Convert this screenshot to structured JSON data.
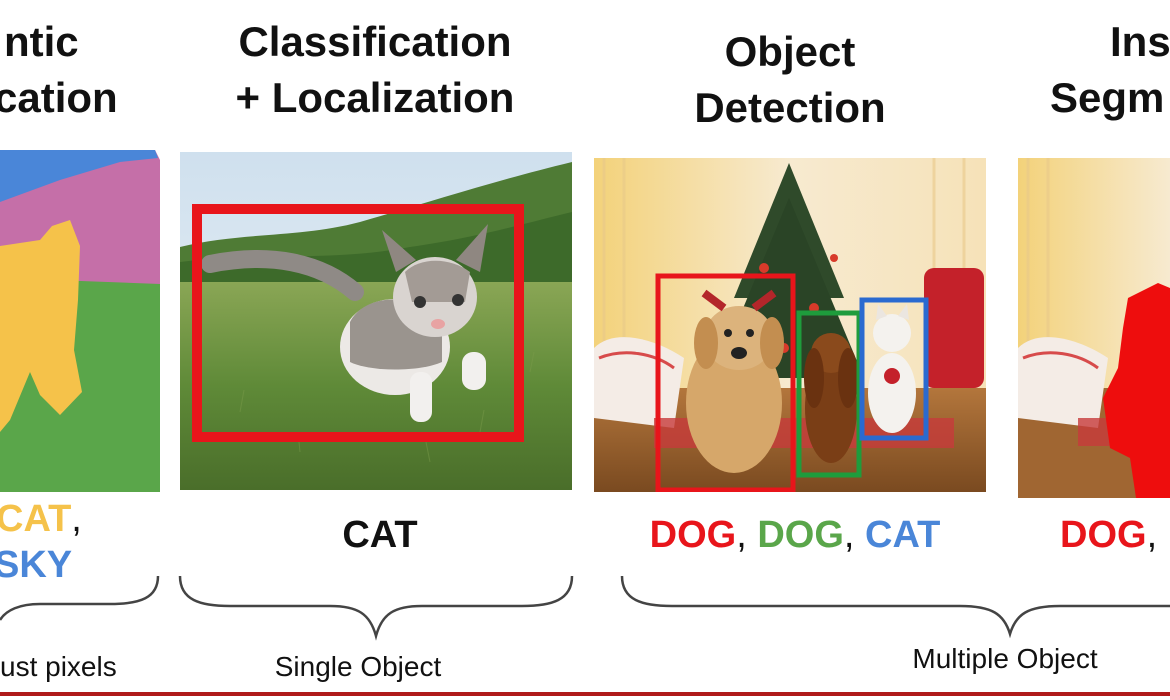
{
  "columns": [
    {
      "title_line1": "ntic",
      "title_line2": "cation"
    },
    {
      "title_line1": "Classification",
      "title_line2": "+ Localization"
    },
    {
      "title_line1": "Object",
      "title_line2": "Detection"
    },
    {
      "title_line1": "Ins",
      "title_line2": "Segm"
    }
  ],
  "labels": {
    "semantic": {
      "l1_a": "CAT",
      "l1_b": ",",
      "l2": "SKY"
    },
    "classification": "CAT",
    "detection": {
      "dog1": "DOG",
      "sep1": ",",
      "dog2": "DOG",
      "sep2": ",",
      "cat": "CAT"
    },
    "instance": {
      "dog": "DOG",
      "sep": ","
    }
  },
  "brackets": {
    "left": "ust pixels",
    "single": "Single Object",
    "multiple": "Multiple Object"
  },
  "colors": {
    "red": "#e8151b",
    "green": "#5aa64a",
    "blue": "#4a86d8",
    "yellow": "#f5c24a",
    "purple": "#c56fa8"
  }
}
